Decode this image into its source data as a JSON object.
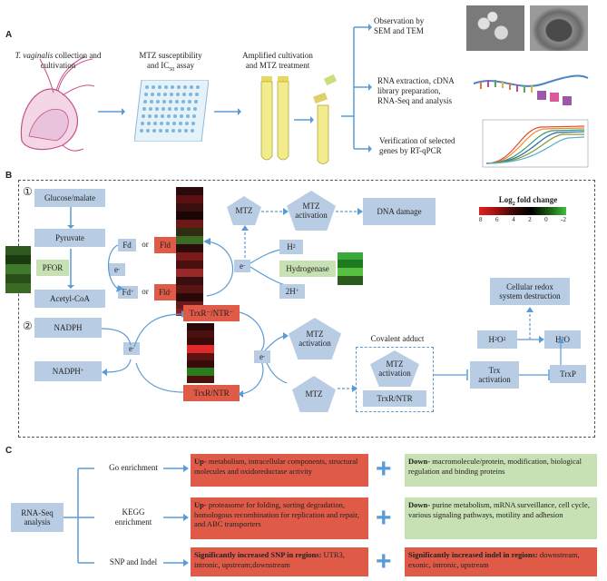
{
  "sections": {
    "a": "A",
    "b": "B",
    "c": "C"
  },
  "panel_a": {
    "step1": "T. vaginalis collection and cultivation",
    "step1_italic": "T. vaginalis",
    "step1_rest": "collection and cultivation",
    "step2": "MTZ susceptibility and IC50 assay",
    "step2_pre": "MTZ susceptibility",
    "step2_line2": "and IC",
    "step2_sub": "50",
    "step2_post": " assay",
    "step3_l1": "Amplified cultivation",
    "step3_l2": "and MTZ treatment",
    "out1_l1": "Observation by",
    "out1_l2": "SEM and TEM",
    "out2_l1": "RNA extraction, cDNA",
    "out2_l2": "library preparation,",
    "out2_l3": "RNA-Seq and analysis",
    "out3_l1": "Verification of selected",
    "out3_l2": "genes by RT-qPCR"
  },
  "panel_b": {
    "circle1": "①",
    "circle2": "②",
    "glucose": "Glucose/malate",
    "pyruvate": "Pyruvate",
    "pfor": "PFOR",
    "acetyl": "Acetyl-CoA",
    "fd": "Fd",
    "or1": "or",
    "fld": "Fld",
    "e1": "e",
    "fd_ox": "Fd",
    "or2": "or",
    "fld_ox": "Fld",
    "e2": "e",
    "mtz1": "MTZ",
    "mtz_act1_l1": "MTZ",
    "mtz_act1_l2": "activation",
    "dna": "DNA  damage",
    "h2": "H",
    "hydrogenase": "Hydrogenase",
    "twoh": "2H",
    "legend_title": "Log",
    "legend_sub": "2",
    "legend_title_rest": " fold change",
    "legend_ticks": [
      "8",
      "6",
      "4",
      "2",
      "0",
      "-2"
    ],
    "nadph": "NADPH",
    "nadph_plus": "NADPH",
    "e3": "e",
    "trxr_red": "TrxR",
    "trxr_red_full": "TrxR⁻/NTR⁻",
    "trxr": "TrxR/NTR",
    "e4": "e",
    "mtz_act2_l1": "MTZ",
    "mtz_act2_l2": "activation",
    "mtz2": "MTZ",
    "covalent": "Covalent adduct",
    "mtz_act3_l1": "MTZ",
    "mtz_act3_l2": "activation",
    "trxr_ntr2": "TrxR/NTR",
    "trx_l1": "Trx",
    "trx_l2": "activation",
    "trxp": "TrxP",
    "h2o2": "H",
    "h2o": "H",
    "redox_l1": "Cellular redox",
    "redox_l2": "system destruction"
  },
  "panel_c": {
    "rnaseq_l1": "RNA-Seq",
    "rnaseq_l2": "analysis",
    "go": "Go enrichment",
    "kegg_l1": "KEGG",
    "kegg_l2": "enrichment",
    "snp": "SNP and Indel",
    "go_up_b": "Up-",
    "go_up": " metabolism, intracellular components, structural molecules and oxidoreductase activity",
    "go_down_b": "Down-",
    "go_down": " macromolecule/protein, modification, biological regulation and binding proteins",
    "kegg_up_b": "Up-",
    "kegg_up": " proteasome for folding, sorting degradation, homologous recombination for replication and repair, and ABC transporters",
    "kegg_down_b": "Down-",
    "kegg_down": " purine metabolism, mRNA surveillance, cell cycle, various signaling pathways, motility and adhesion",
    "snp_up_b": "Significantly increased SNP in regions:",
    "snp_up": " UTR3, intronic, upstream;downstream",
    "snp_down_b": "Significantly increased indel in regions:",
    "snp_down": " downstream, exonic, intronic, upstream",
    "plus": "+"
  },
  "colors": {
    "blue_box": "#b8cde4",
    "red_box": "#e05a48",
    "green_box": "#c7e0b4",
    "arrow": "#5b9bd5"
  }
}
